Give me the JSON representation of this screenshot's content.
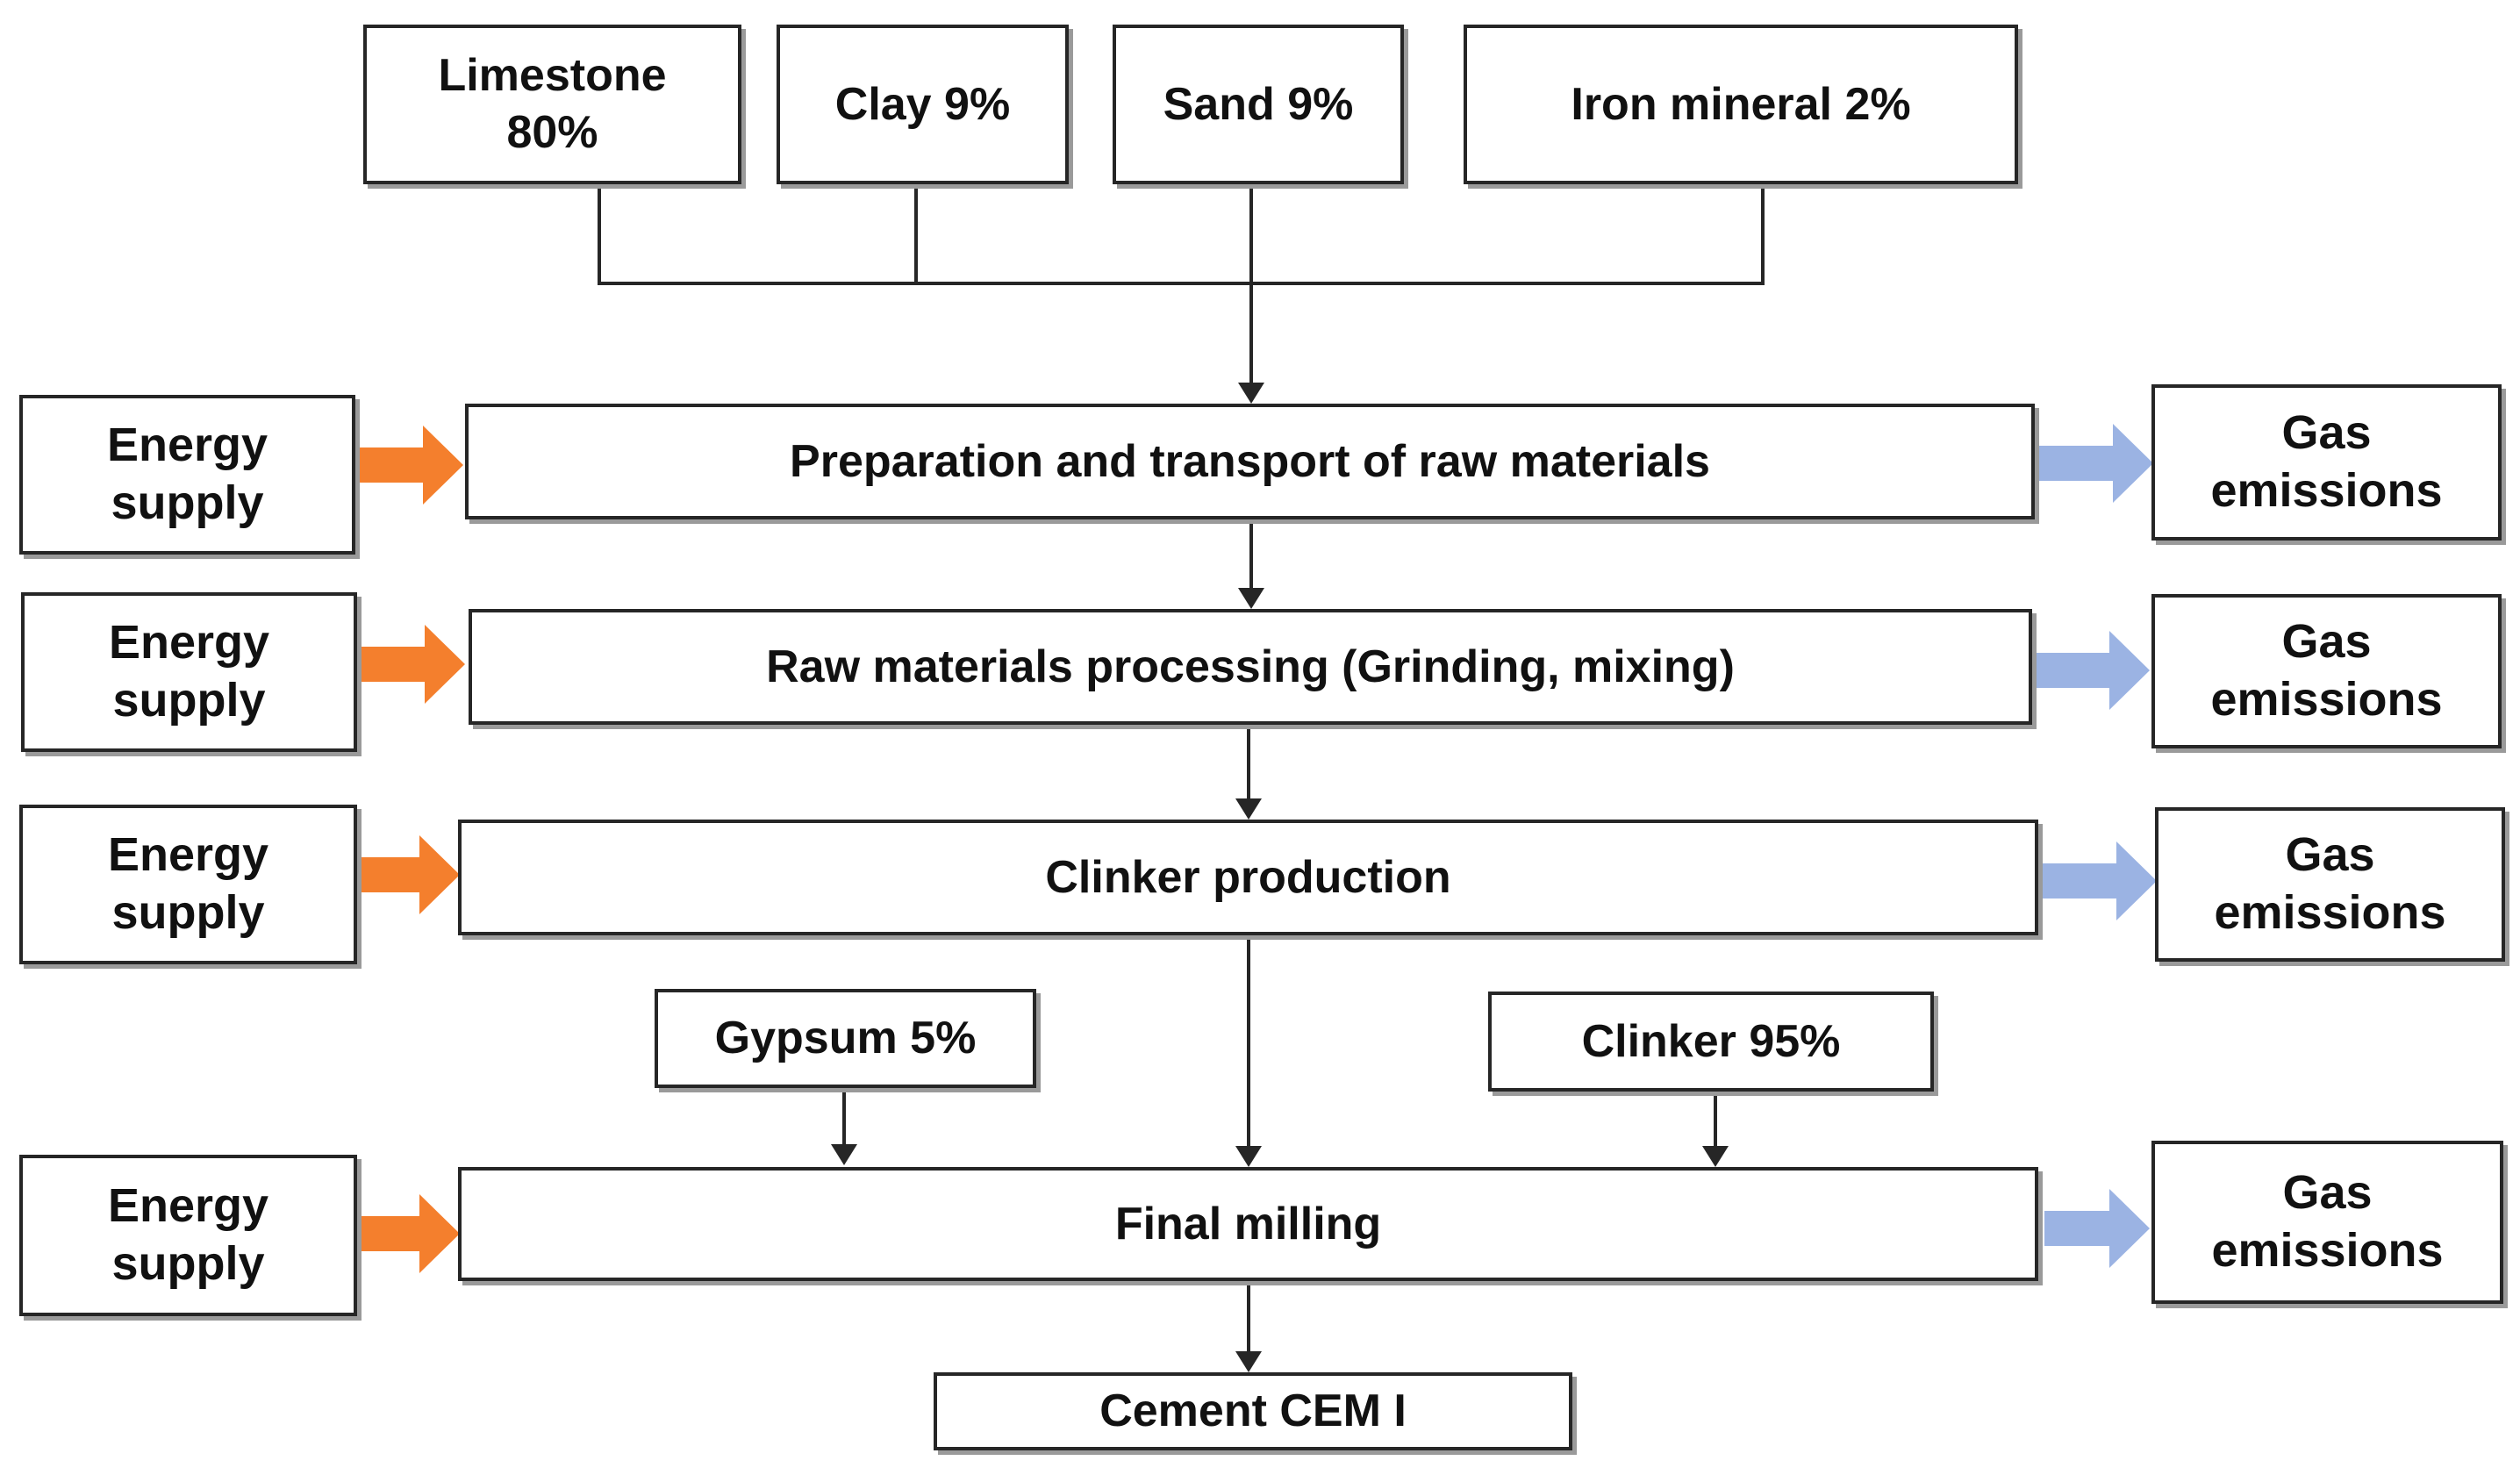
{
  "raw_materials": [
    {
      "id": "limestone",
      "lines": [
        "Limestone",
        "80%"
      ]
    },
    {
      "id": "clay",
      "lines": [
        "Clay 9%"
      ]
    },
    {
      "id": "sand",
      "lines": [
        "Sand 9%"
      ]
    },
    {
      "id": "iron",
      "lines": [
        "Iron mineral 2%"
      ]
    }
  ],
  "process_steps": [
    {
      "id": "preparation",
      "label": "Preparation and transport of raw materials"
    },
    {
      "id": "processing",
      "label": "Raw materials processing (Grinding, mixing)"
    },
    {
      "id": "clinker",
      "label": "Clinker production"
    },
    {
      "id": "milling",
      "label": "Final milling"
    }
  ],
  "energy_label": [
    "Energy",
    "supply"
  ],
  "gas_label": [
    "Gas",
    "emissions"
  ],
  "additives": [
    {
      "id": "gypsum",
      "label": "Gypsum 5%"
    },
    {
      "id": "clinker95",
      "label": "Clinker 95%"
    }
  ],
  "product": {
    "label": "Cement CEM I"
  },
  "colors": {
    "energy_arrow": "#f47f2d",
    "gas_arrow": "#9bb3e3",
    "line": "#262626"
  }
}
